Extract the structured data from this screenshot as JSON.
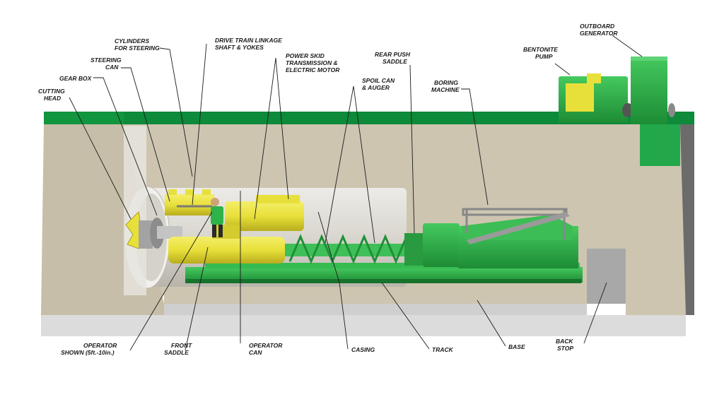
{
  "labels": {
    "outboard_generator": [
      "OUTBOARD",
      "GENERATOR"
    ],
    "bentonite_pump": [
      "BENTONITE",
      "PUMP"
    ],
    "cylinders_for_steering": [
      "CYLINDERS",
      "FOR STEERING"
    ],
    "drive_train": [
      "DRIVE TRAIN LINKAGE",
      "SHAFT & YOKES"
    ],
    "power_skid": [
      "POWER SKID",
      "TRANSMISSION &",
      "ELECTRIC MOTOR"
    ],
    "rear_push_saddle": [
      "REAR PUSH",
      "SADDLE"
    ],
    "steering_can": [
      "STEERING",
      "CAN"
    ],
    "gear_box": [
      "GEAR BOX"
    ],
    "spoil_can_auger": [
      "SPOIL CAN",
      "& AUGER"
    ],
    "boring_machine": [
      "BORING",
      "MACHINE"
    ],
    "cutting_head": [
      "CUTTING",
      "HEAD"
    ],
    "operator_shown": [
      "OPERATOR",
      "SHOWN (5ft.-10in.)"
    ],
    "front_saddle": [
      "FRONT",
      "SADDLE"
    ],
    "operator_can": [
      "OPERATOR",
      "CAN"
    ],
    "casing": [
      "CASING"
    ],
    "track": [
      "TRACK"
    ],
    "base": [
      "BASE"
    ],
    "back_stop": [
      "BACK",
      "STOP"
    ]
  },
  "colors": {
    "grass": "#0d8a3a",
    "grass_light": "#22a84a",
    "soil": "#cdc5b0",
    "soil_dark": "#b8ae96",
    "pit_floor": "#dcdcdc",
    "machine_green": "#2eb24a",
    "machine_yellow": "#e8e03a",
    "casing": "#d9d6cf"
  }
}
